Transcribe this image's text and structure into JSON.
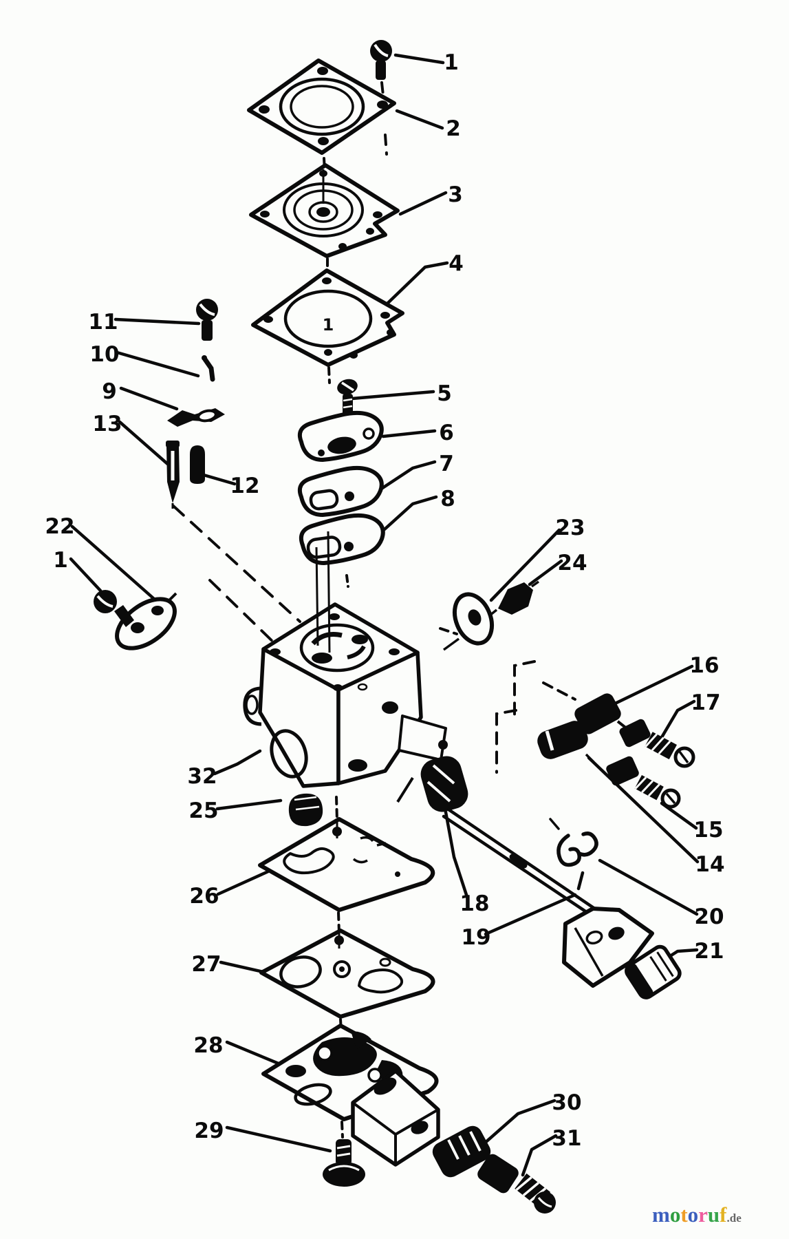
{
  "canvas": {
    "background": "#fcfdfb",
    "ink": "#0b0b0b"
  },
  "callouts": [
    {
      "id": "screw-top",
      "label": "1"
    },
    {
      "id": "cover-plate",
      "label": "2"
    },
    {
      "id": "diaphragm-upper",
      "label": "3"
    },
    {
      "id": "gasket-upper",
      "label": "4"
    },
    {
      "id": "lever-screw",
      "label": "11"
    },
    {
      "id": "lever-pin",
      "label": "10"
    },
    {
      "id": "metering-lever",
      "label": "9"
    },
    {
      "id": "inlet-needle",
      "label": "13"
    },
    {
      "id": "plate-screw",
      "label": "5"
    },
    {
      "id": "friction-plate-1",
      "label": "6"
    },
    {
      "id": "friction-plate-2",
      "label": "7"
    },
    {
      "id": "friction-plate-3",
      "label": "8"
    },
    {
      "id": "spring-seat",
      "label": "12"
    },
    {
      "id": "bracket",
      "label": "22"
    },
    {
      "id": "bracket-screw",
      "label": "1"
    },
    {
      "id": "choke-disc",
      "label": "23"
    },
    {
      "id": "choke-screw",
      "label": "24"
    },
    {
      "id": "mixture-spring",
      "label": "16"
    },
    {
      "id": "mixture-screw-high",
      "label": "17"
    },
    {
      "id": "carburetor-body",
      "label": "32"
    },
    {
      "id": "welch-plug",
      "label": "25"
    },
    {
      "id": "mixture-screw-low",
      "label": "15"
    },
    {
      "id": "inlet-seat",
      "label": "14"
    },
    {
      "id": "pump-gasket",
      "label": "26"
    },
    {
      "id": "throttle-spring",
      "label": "18"
    },
    {
      "id": "retaining-clip",
      "label": "20"
    },
    {
      "id": "throttle-shaft",
      "label": "19"
    },
    {
      "id": "shaft-cap",
      "label": "21"
    },
    {
      "id": "pump-diaphragm",
      "label": "27"
    },
    {
      "id": "pump-cover",
      "label": "28"
    },
    {
      "id": "cover-screw",
      "label": "29"
    },
    {
      "id": "idle-spring",
      "label": "30"
    },
    {
      "id": "idle-screw",
      "label": "31"
    }
  ],
  "marks": {
    "gasket_center": "1"
  },
  "watermark": {
    "letters": [
      {
        "ch": "m",
        "color": "#3c5fbe"
      },
      {
        "ch": "o",
        "color": "#2f9e40"
      },
      {
        "ch": "t",
        "color": "#ef9d26"
      },
      {
        "ch": "o",
        "color": "#3c5fbe"
      },
      {
        "ch": "r",
        "color": "#ee5d9e"
      },
      {
        "ch": "u",
        "color": "#36a44a"
      },
      {
        "ch": "f",
        "color": "#e3b222"
      }
    ],
    "suffix": ".de",
    "suffix_color": "#666666"
  }
}
